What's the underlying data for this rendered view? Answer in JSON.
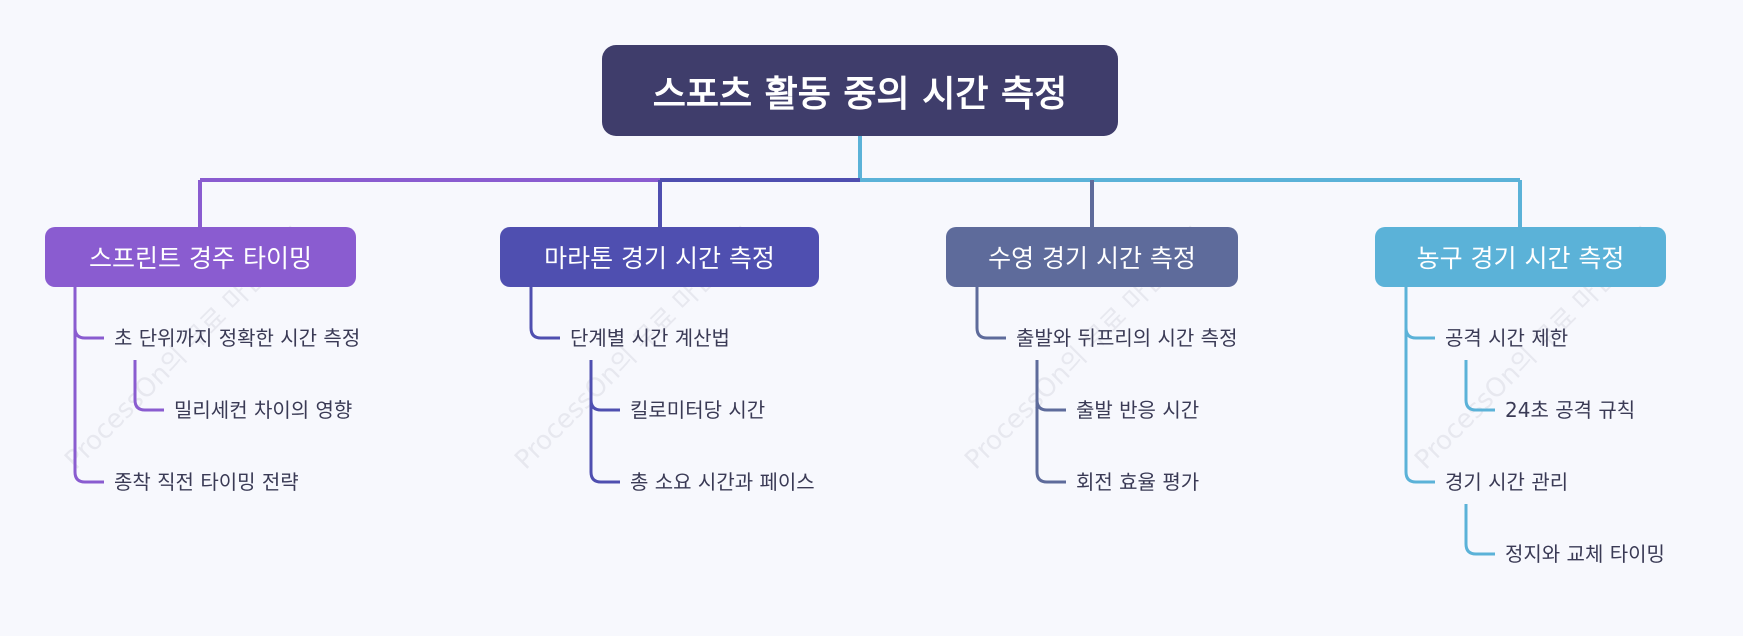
{
  "title": "스포츠 활동 중의 시간 측정",
  "watermark": "ProcessOn의 무료 마인드 맵",
  "colors": {
    "root": "#3f3d6b",
    "branch1": "#8a5cd0",
    "branch2": "#4f4fb0",
    "branch3": "#5e6b9b",
    "branch4": "#5bb2d8"
  },
  "branches": [
    {
      "label": "스프린트 경주 타이밍",
      "children": [
        {
          "label": "초 단위까지 정확한 시간 측정",
          "children": [
            {
              "label": "밀리세컨 차이의 영향"
            }
          ]
        },
        {
          "label": "종착 직전 타이밍 전략"
        }
      ]
    },
    {
      "label": "마라톤 경기 시간 측정",
      "children": [
        {
          "label": "단계별 시간 계산법",
          "children": [
            {
              "label": "킬로미터당 시간"
            },
            {
              "label": "총 소요 시간과 페이스"
            }
          ]
        }
      ]
    },
    {
      "label": "수영 경기 시간 측정",
      "children": [
        {
          "label": "출발와 뒤프리의 시간 측정",
          "children": [
            {
              "label": "출발 반응 시간"
            },
            {
              "label": "회전 효율 평가"
            }
          ]
        }
      ]
    },
    {
      "label": "농구 경기 시간 측정",
      "children": [
        {
          "label": "공격 시간 제한",
          "children": [
            {
              "label": "24초 공격 규칙"
            }
          ]
        },
        {
          "label": "경기 시간 관리",
          "children": [
            {
              "label": "정지와 교체 타이밍"
            }
          ]
        }
      ]
    }
  ]
}
